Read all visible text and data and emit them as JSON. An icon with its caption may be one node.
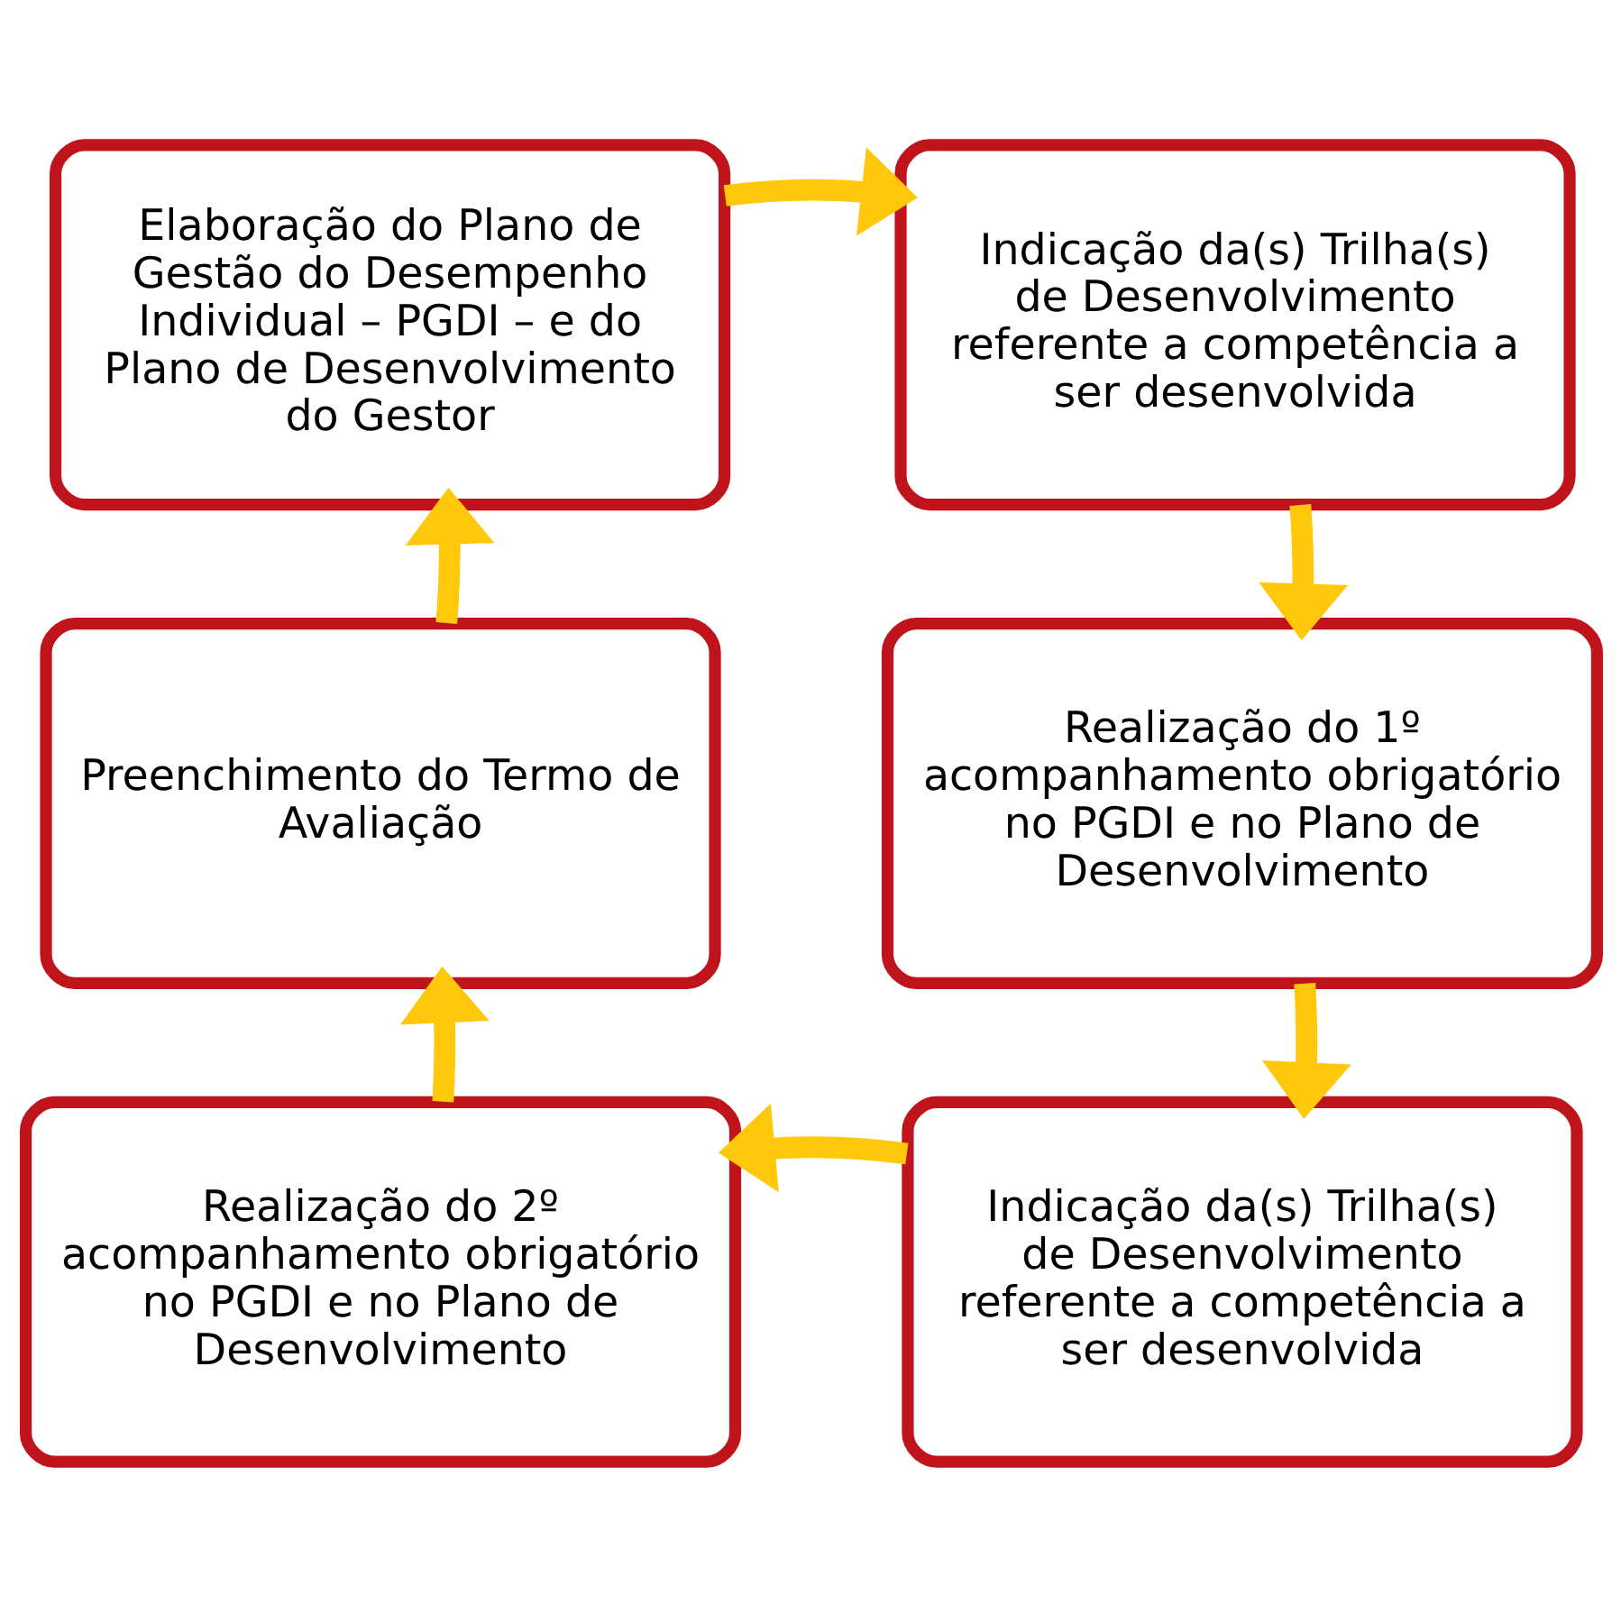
{
  "diagram": {
    "nodes": [
      {
        "text": [
          "Elaboração do Plano de Gestão do Desempenho Individual – PGDI – e do Plano de Desenvolvimento do Gestor"
        ]
      },
      {
        "text": [
          "Indicação da(s) Trilha(s) de Desenvolvimento referente a competência a ser desenvolvida"
        ]
      },
      {
        "text": [
          "Preenchimento do Termo de Avaliação"
        ]
      },
      {
        "text": [
          "Realização do 1º acompanhamento obrigatório no PGDI e no Plano de Desenvolvimento"
        ]
      },
      {
        "text": [
          "Realização do 2º acompanhamento obrigatório no PGDI e no Plano de Desenvolvimento"
        ]
      },
      {
        "text": [
          "Indicação da(s) Trilha(s) de Desenvolvimento referente a competência a ser desenvolvida"
        ]
      }
    ],
    "edges": [
      {
        "from": 0,
        "to": 1,
        "arrow": "to"
      },
      {
        "from": 1,
        "to": 3,
        "arrow": "to"
      },
      {
        "from": 3,
        "to": 5,
        "arrow": "to"
      },
      {
        "from": 5,
        "to": 4,
        "arrow": "to"
      },
      {
        "from": 4,
        "to": 2,
        "arrow": "to"
      },
      {
        "from": 2,
        "to": 0,
        "arrow": "to"
      }
    ]
  }
}
